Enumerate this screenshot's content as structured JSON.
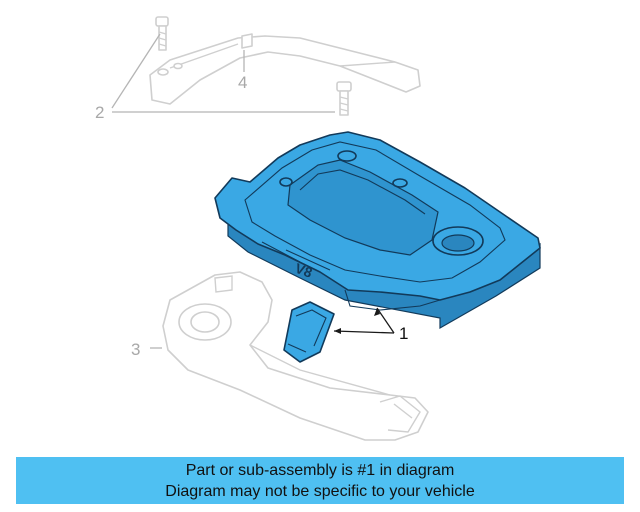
{
  "callouts": {
    "c1": "1",
    "c2": "2",
    "c3": "3",
    "c4": "4"
  },
  "banner": {
    "line1": "Part or sub-assembly is #1 in diagram",
    "line2": "Diagram may not be specific to your vehicle",
    "background_color": "#4fc0f2"
  },
  "colors": {
    "highlight_part": "#3aa8e4",
    "ghost_part": "#cfcfcf"
  }
}
